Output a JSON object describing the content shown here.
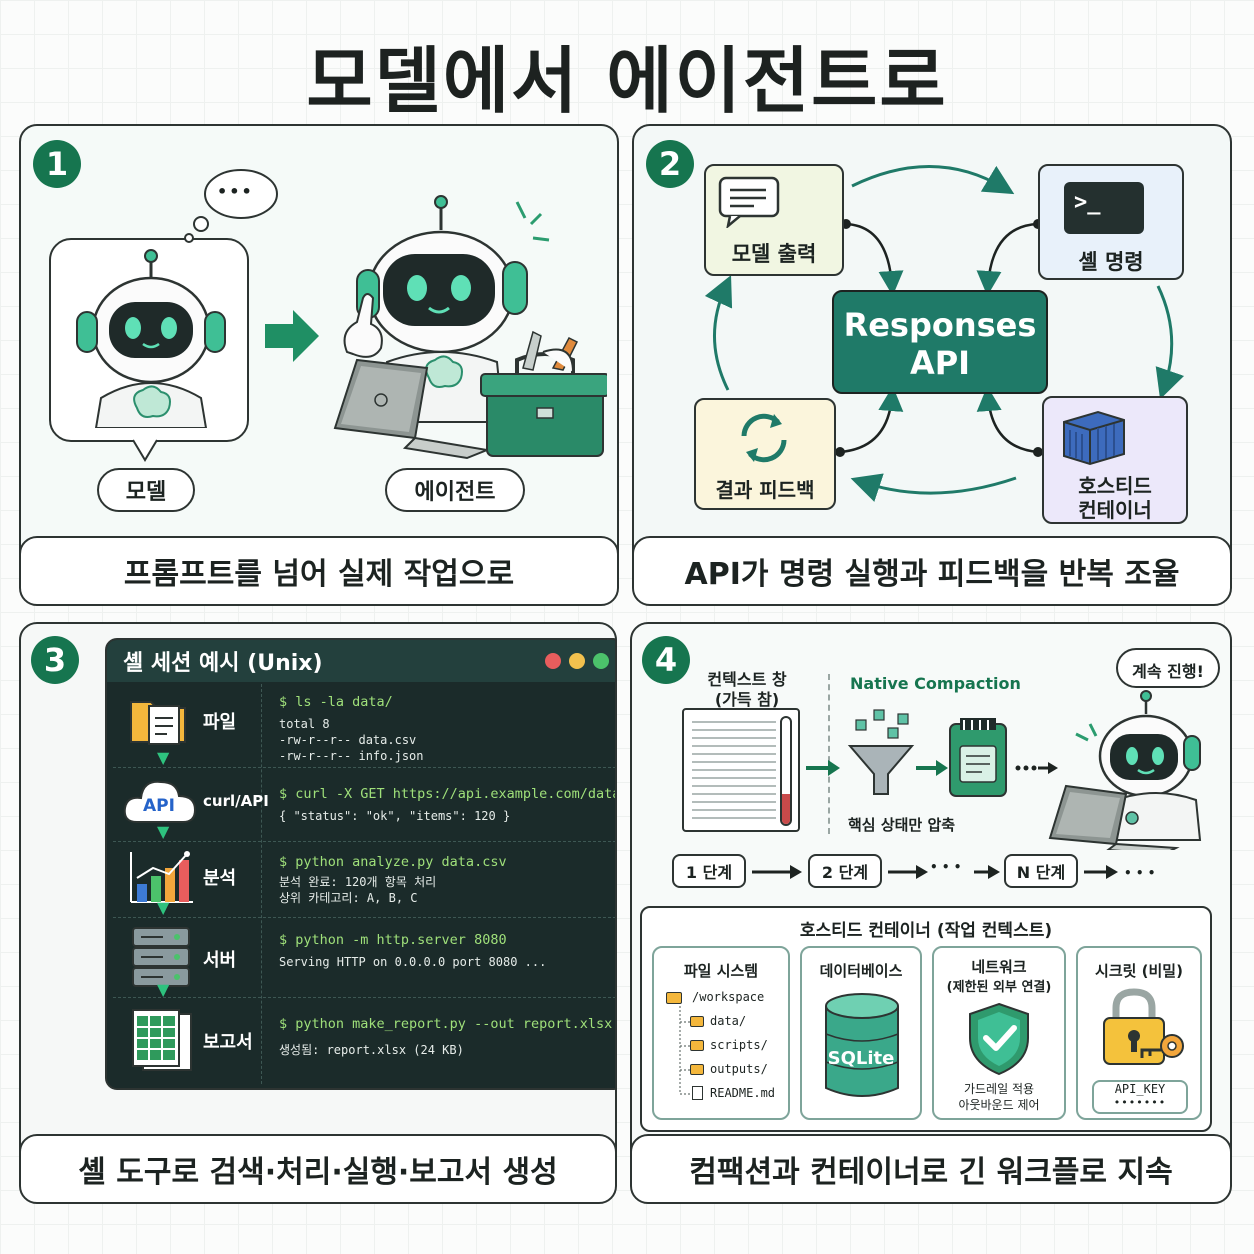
{
  "title": "모델에서 에이전트로",
  "panel1": {
    "number": "1",
    "model_label": "모델",
    "agent_label": "에이전트",
    "thought": "•••",
    "caption": "프롬프트를 넘어 실제 작업으로"
  },
  "panel2": {
    "number": "2",
    "model_output": "모델 출력",
    "shell_command": "셸 명령",
    "center_line1": "Responses",
    "center_line2": "API",
    "result_feedback": "결과 피드백",
    "hosted_line1": "호스티드",
    "hosted_line2": "컨테이너",
    "prompt_glyph": ">_",
    "caption": "API가 명령 실행과 피드백을 반복 조율"
  },
  "panel3": {
    "number": "3",
    "terminal_title": "셸 세션 예시 (Unix)",
    "rows": [
      {
        "label": "파일",
        "cmd": "$ ls -la data/",
        "out": [
          "total 8",
          "-rw-r--r--  data.csv",
          "-rw-r--r--  info.json"
        ]
      },
      {
        "label": "curl/API",
        "icon_text": "API",
        "cmd": "$ curl -X GET https://api.example.com/data",
        "out": [
          "{ \"status\": \"ok\", \"items\": 120 }"
        ]
      },
      {
        "label": "분석",
        "cmd": "$ python analyze.py data.csv",
        "out": [
          "분석 완료: 120개 항목 처리",
          "상위 카테고리: A, B, C"
        ]
      },
      {
        "label": "서버",
        "cmd": "$ python -m http.server 8080",
        "out": [
          "Serving HTTP on 0.0.0.0 port 8080 ..."
        ]
      },
      {
        "label": "보고서",
        "cmd": "$ python make_report.py --out report.xlsx",
        "out": [
          "생성됨: report.xlsx (24 KB)"
        ]
      }
    ],
    "caption": "셸 도구로 검색·처리·실행·보고서 생성"
  },
  "panel4": {
    "number": "4",
    "context_window_line1": "컨텍스트 창",
    "context_window_line2": "(가득 참)",
    "native_compaction": "Native Compaction",
    "core_state": "핵심 상태만 압축",
    "continue": "계속 진행!",
    "stages": [
      "1 단계",
      "2 단계",
      "N 단계"
    ],
    "ellipsis": "• • •",
    "container_title": "호스티드 컨테이너 (작업 컨텍스트)",
    "filesystem": {
      "title": "파일 시스템",
      "items": [
        "/workspace",
        "data/",
        "scripts/",
        "outputs/",
        "README.md"
      ]
    },
    "database": {
      "title": "데이터베이스",
      "engine": "SQLite"
    },
    "network": {
      "title_line1": "네트워크",
      "title_line2": "(제한된 외부 연결)",
      "note_line1": "가드레일 적용",
      "note_line2": "아웃바운드 제어"
    },
    "secrets": {
      "title": "시크릿 (비밀)",
      "key_name": "API_KEY",
      "masked": "•••••••"
    },
    "caption": "컴팩션과 컨테이너로 긴 워크플로 지속"
  },
  "colors": {
    "brand_green": "#16754f",
    "api_box": "#1f7a68",
    "border": "#2d3432"
  }
}
